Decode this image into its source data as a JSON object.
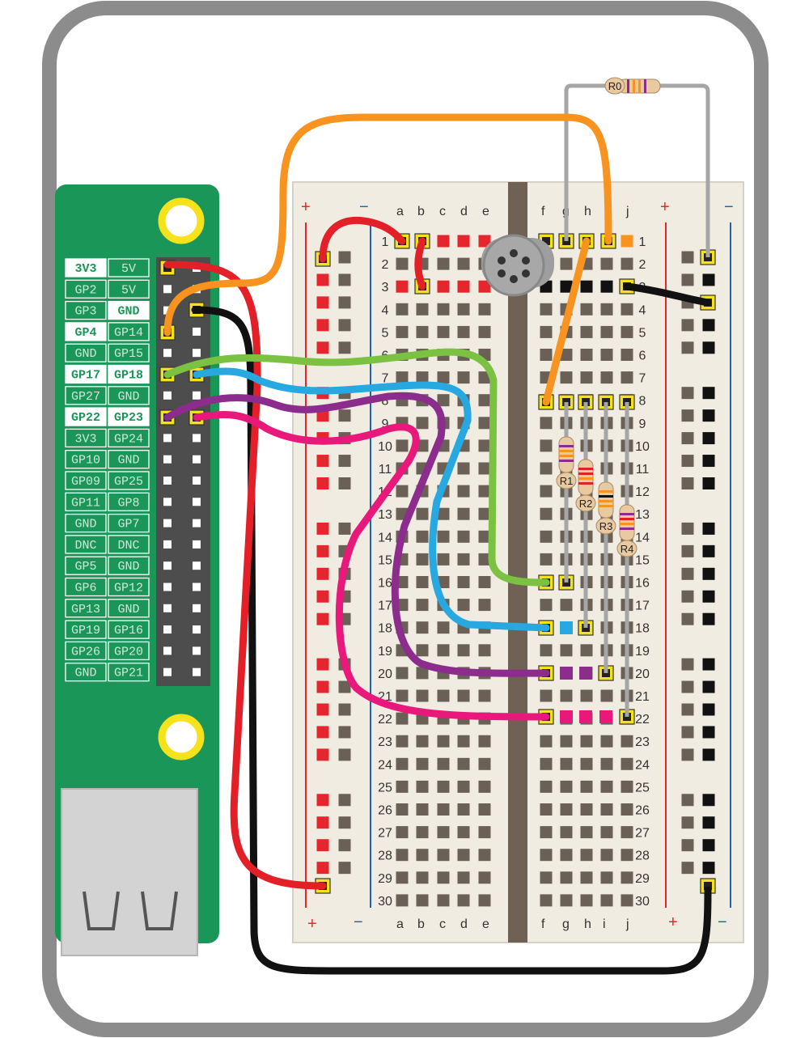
{
  "colors": {
    "frame": "#8c8c8c",
    "pcb": "#1b9659",
    "breadboard": "#f1ece2",
    "channel": "#6f6254",
    "hole": "#6a6055",
    "rail_red": "#e5262c",
    "rail_blue": "#1c63b0",
    "wire_red": "#e32028",
    "wire_orange": "#f7931e",
    "wire_black": "#111111",
    "wire_green": "#7cc242",
    "wire_blue": "#28a8e0",
    "wire_purple": "#8c2d8e",
    "wire_pink": "#e8197a",
    "pad_yellow": "#f6e21a",
    "lead_grey": "#a6a6a6"
  },
  "gpio_labels": [
    [
      "3V3",
      "5V"
    ],
    [
      "GP2",
      "5V"
    ],
    [
      "GP3",
      "GND"
    ],
    [
      "GP4",
      "GP14"
    ],
    [
      "GND",
      "GP15"
    ],
    [
      "GP17",
      "GP18"
    ],
    [
      "GP27",
      "GND"
    ],
    [
      "GP22",
      "GP23"
    ],
    [
      "3V3",
      "GP24"
    ],
    [
      "GP10",
      "GND"
    ],
    [
      "GP09",
      "GP25"
    ],
    [
      "GP11",
      "GP8"
    ],
    [
      "GND",
      "GP7"
    ],
    [
      "DNC",
      "DNC"
    ],
    [
      "GP5",
      "GND"
    ],
    [
      "GP6",
      "GP12"
    ],
    [
      "GP13",
      "GND"
    ],
    [
      "GP19",
      "GP16"
    ],
    [
      "GP26",
      "GP20"
    ],
    [
      "GND",
      "GP21"
    ]
  ],
  "gpio_highlight": [
    [
      true,
      false
    ],
    [
      false,
      false
    ],
    [
      false,
      true
    ],
    [
      true,
      false
    ],
    [
      false,
      false
    ],
    [
      true,
      true
    ],
    [
      false,
      false
    ],
    [
      true,
      true
    ],
    [
      false,
      false
    ],
    [
      false,
      false
    ],
    [
      false,
      false
    ],
    [
      false,
      false
    ],
    [
      false,
      false
    ],
    [
      false,
      false
    ],
    [
      false,
      false
    ],
    [
      false,
      false
    ],
    [
      false,
      false
    ],
    [
      false,
      false
    ],
    [
      false,
      false
    ],
    [
      false,
      false
    ]
  ],
  "breadboard": {
    "columns_left": [
      "a",
      "b",
      "c",
      "d",
      "e"
    ],
    "columns_right": [
      "f",
      "g",
      "h",
      "i",
      "j"
    ],
    "top_columns_right": [
      "f",
      "g",
      "h",
      "j"
    ],
    "rows": [
      "1",
      "2",
      "3",
      "4",
      "5",
      "6",
      "7",
      "8",
      "9",
      "10",
      "11",
      "12",
      "13",
      "14",
      "15",
      "16",
      "17",
      "18",
      "19",
      "20",
      "21",
      "22",
      "23",
      "24",
      "25",
      "26",
      "27",
      "28",
      "29",
      "30"
    ],
    "plus": "+",
    "minus": "−"
  },
  "resistors": [
    "R0",
    "R1",
    "R2",
    "R3",
    "R4"
  ]
}
